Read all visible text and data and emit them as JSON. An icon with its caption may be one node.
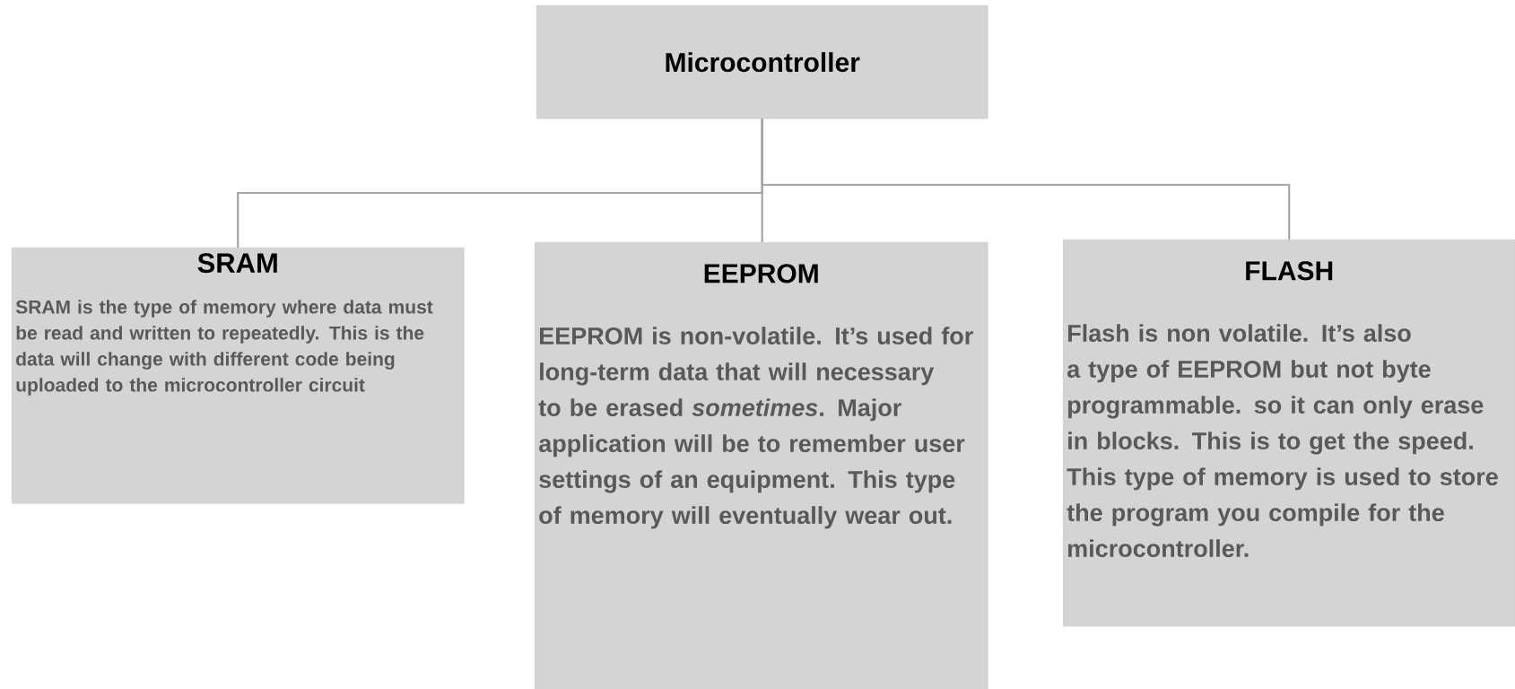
{
  "diagram": {
    "nodes": [
      {
        "text": [
          "Microcontroller"
        ]
      },
      {
        "text": [
          "SRAM",
          "SRAM is the type of memory where data must be read and written to repeatedly. This is the data will change with different code being uploaded to the microcontroller circuit"
        ]
      },
      {
        "text": [
          "EEPROM",
          "EEPROM is non-volatile. It’s used for long-term data that will necessary to be erased *sometimes*. Major application will be to remember user settings of an equipment. This type of memory will eventually wear out."
        ]
      },
      {
        "text": [
          "FLASH",
          "Flash is non volatile. It’s also a type of EEPROM but not byte programmable. so it can only erase in blocks. This is to get the speed. This type of memory is used to store the program you compile for the microcontroller."
        ]
      }
    ],
    "edges": [
      {
        "from": 0,
        "to": 1,
        "arrow": "none"
      },
      {
        "from": 0,
        "to": 2,
        "arrow": "none"
      },
      {
        "from": 0,
        "to": 3,
        "arrow": "none"
      }
    ]
  }
}
